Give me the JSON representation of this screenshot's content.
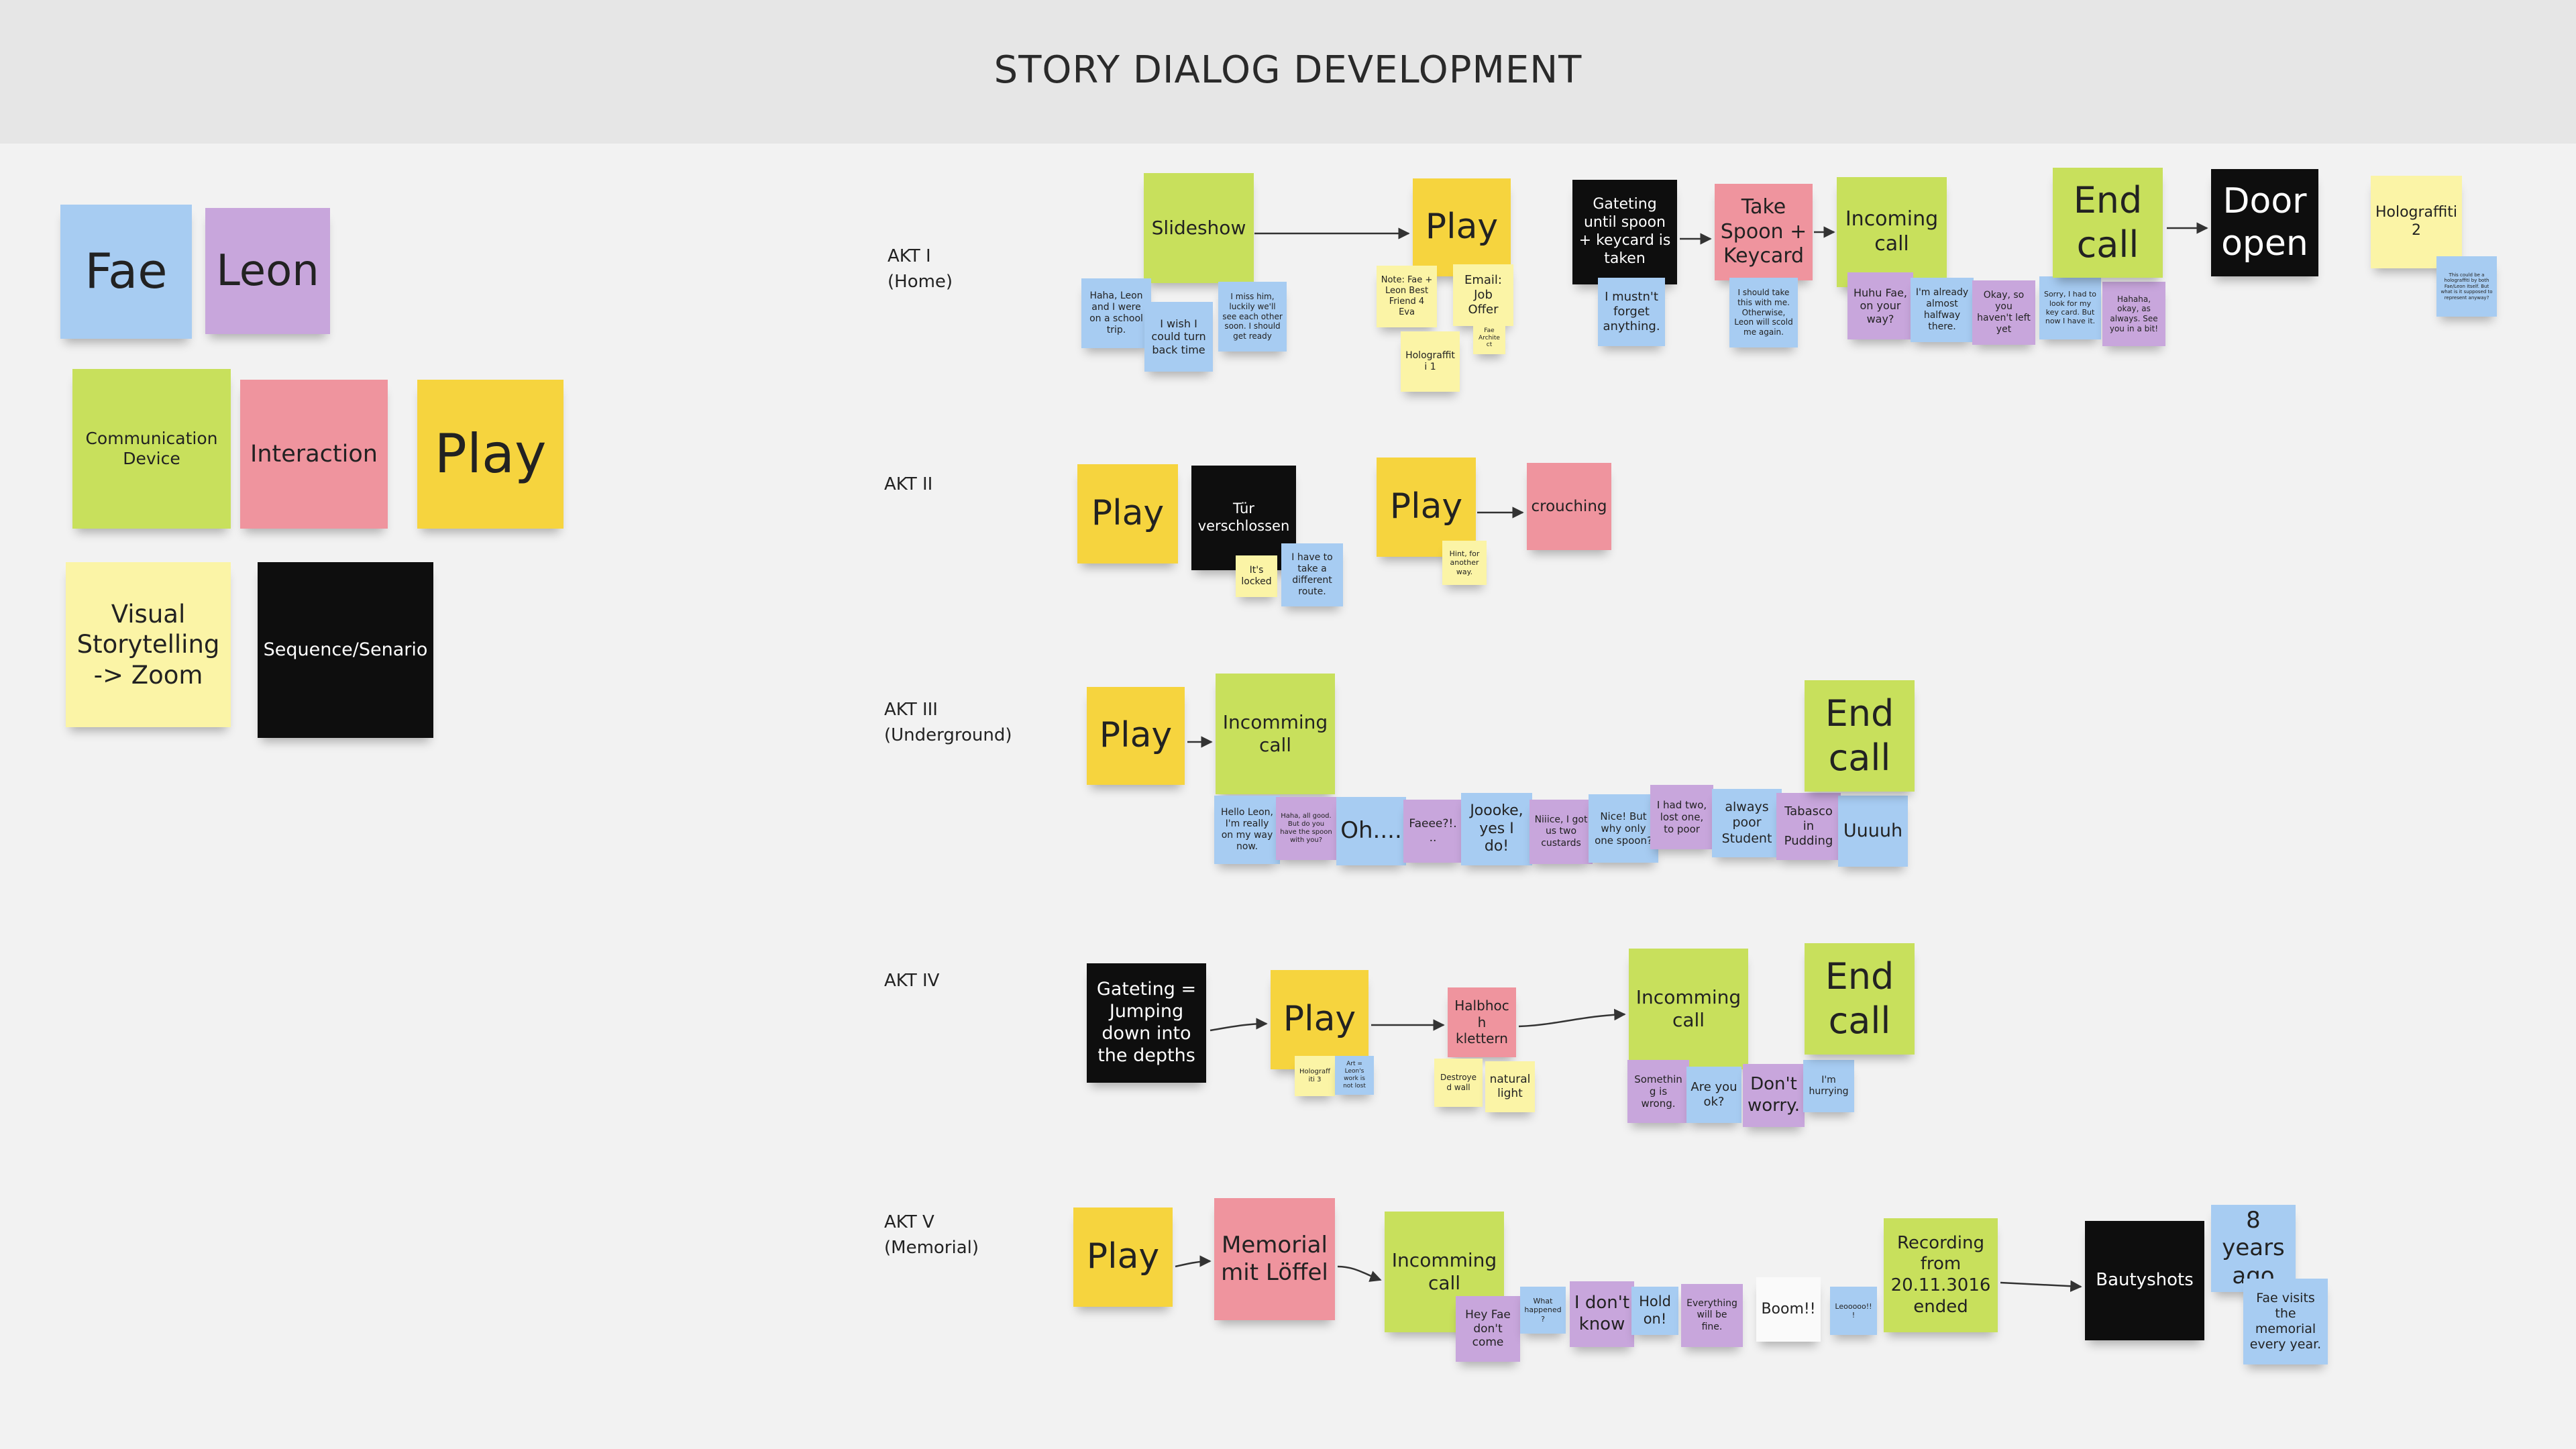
{
  "title": "STORY DIALOG DEVELOPMENT",
  "legend": {
    "fae": "Fae",
    "leon": "Leon",
    "communication_device": "Communication Device",
    "interaction": "Interaction",
    "play": "Play",
    "visual_storytelling": "Visual Storytelling -> Zoom",
    "sequence": "Sequence/Senario"
  },
  "colors": {
    "fae_blue": "#a7ccf2",
    "leon_purple": "#c8a6dc",
    "device_green": "#c8e05c",
    "interaction_pink": "#ef949e",
    "play_yellow": "#f6d43e",
    "visual_light_yellow": "#fbf4a6",
    "sequence_black": "#0e0e0e"
  },
  "acts": {
    "akt1": {
      "label_line1": "AKT I",
      "label_line2": "(Home)",
      "slideshow": "Slideshow",
      "fae_school": "Haha, Leon and I were on a school trip.",
      "fae_wish": "I wish I could turn back time",
      "fae_miss": "I miss him, luckily we'll see each other soon. I should get ready",
      "play": "Play",
      "note_fae_leon": "Note: Fae + Leon Best Friend 4 Eva",
      "email_job": "Email: Job Offer",
      "holograffiti_1": "Holograffiti 1",
      "fae_architect": "Fae Architect",
      "gating": "Gateting until spoon + keycard is taken",
      "mustnt_forget": "I mustn't forget anything.",
      "take_spoon": "Take Spoon + Keycard",
      "should_take": "I should take this with me. Otherwise, Leon will scold me again.",
      "incoming_call": "Incoming call",
      "huhu_fae": "Huhu Fae, on your way?",
      "already_halfway": "I'm already almost halfway there.",
      "havent_left": "Okay, so you haven't left yet",
      "sorry_keycard": "Sorry, I had to look for my key card. But now I have it.",
      "hahaha_okay": "Hahaha, okay, as always. See you in a bit!",
      "end_call": "End call",
      "door_open": "Door open",
      "holograffiti_2": "Holograffiti 2",
      "holograffiti_2_note": "This could be a holograffiti by both Fae/Leon itself. But what is it supposed to represent anyway?"
    },
    "akt2": {
      "label": "AKT II",
      "play_1": "Play",
      "tuer": "Tür verschlossen",
      "its_locked": "It's locked",
      "different_route": "I have to take a different route.",
      "play_2": "Play",
      "hint": "Hint, for another way.",
      "crouching": "crouching"
    },
    "akt3": {
      "label_line1": "AKT III",
      "label_line2": "(Underground)",
      "play": "Play",
      "incomming_call": "Incomming call",
      "hello_leon": "Hello Leon, I'm really on my way now.",
      "haha_all_good": "Haha, all good. But do you have the spoon with you?",
      "oh": "Oh....",
      "faeee": "Faeee?!...",
      "jooke": "Joooke, yes I do!",
      "niiice": "Niiice, I got us two custards",
      "nice_but": "Nice! But why only one spoon?",
      "had_two": "I had two, lost one, to poor",
      "poor_student": "always poor Student",
      "tabasco": "Tabasco in Pudding",
      "uuuuh": "Uuuuh",
      "end_call": "End call"
    },
    "akt4": {
      "label": "AKT IV",
      "gating": "Gateting = Jumping down into the depths",
      "play": "Play",
      "holograffiti_3": "Holograffiti 3",
      "art_leon": "Art = Leon's work is not lost",
      "halbhoch": "Halbhoch klettern",
      "destroyed_wall": "Destroyed wall",
      "natural_light": "natural light",
      "incomming_call": "Incomming call",
      "something_wrong": "Something is wrong.",
      "are_you_ok": "Are you ok?",
      "dont_worry": "Don't worry.",
      "hurrying": "I'm hurrying",
      "end_call": "End call"
    },
    "akt5": {
      "label_line1": "AKT V",
      "label_line2": "(Memorial)",
      "play": "Play",
      "memorial": "Memorial mit Löffel",
      "incomming_call": "Incomming call",
      "hey_fae": "Hey Fae don't come",
      "what_happened": "What happened?",
      "dont_know": "I don't know",
      "hold_on": "Hold on!",
      "everything_fine": "Everything will be fine.",
      "boom": "Boom!!",
      "leooo": "Leooooo!!!",
      "recording": "Recording from 20.11.3016 ended",
      "bautyshots": "Bautyshots",
      "years_ago": "8 years ago",
      "fae_visits": "Fae visits the memorial every year."
    }
  }
}
